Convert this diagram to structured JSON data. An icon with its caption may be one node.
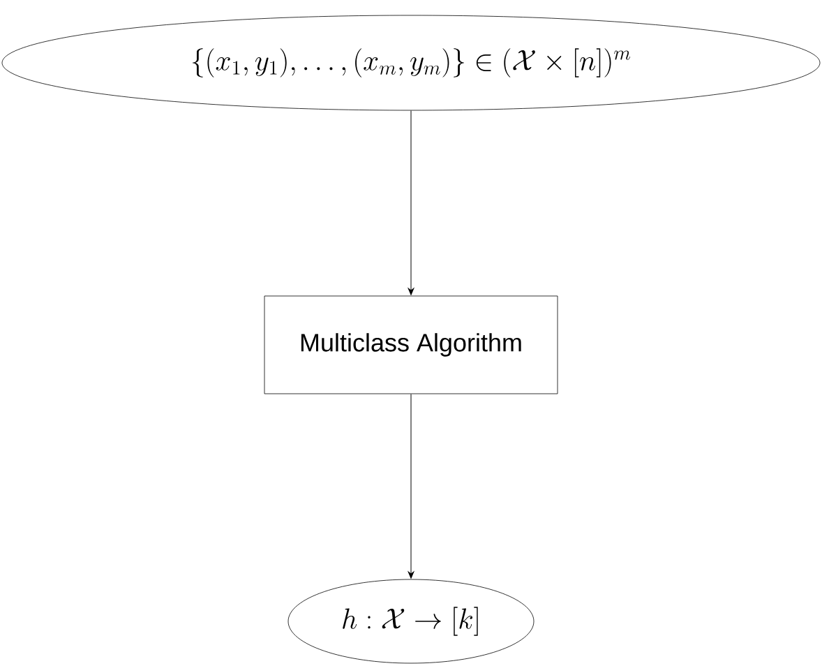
{
  "diagram": {
    "nodes": [
      {
        "text": [
          "\\{(x_1,y_1),\\ldots,(x_m,y_m)\\}\\in(\\mathcal{X}\\times[n])^m"
        ]
      },
      {
        "text": [
          "Multiclass Algorithm"
        ]
      },
      {
        "text": [
          "h:\\mathcal{X}\\rightarrow[k]"
        ]
      }
    ],
    "edges": [
      {
        "from": 0,
        "to": 1,
        "arrow": "to"
      },
      {
        "from": 1,
        "to": 2,
        "arrow": "to"
      }
    ]
  }
}
